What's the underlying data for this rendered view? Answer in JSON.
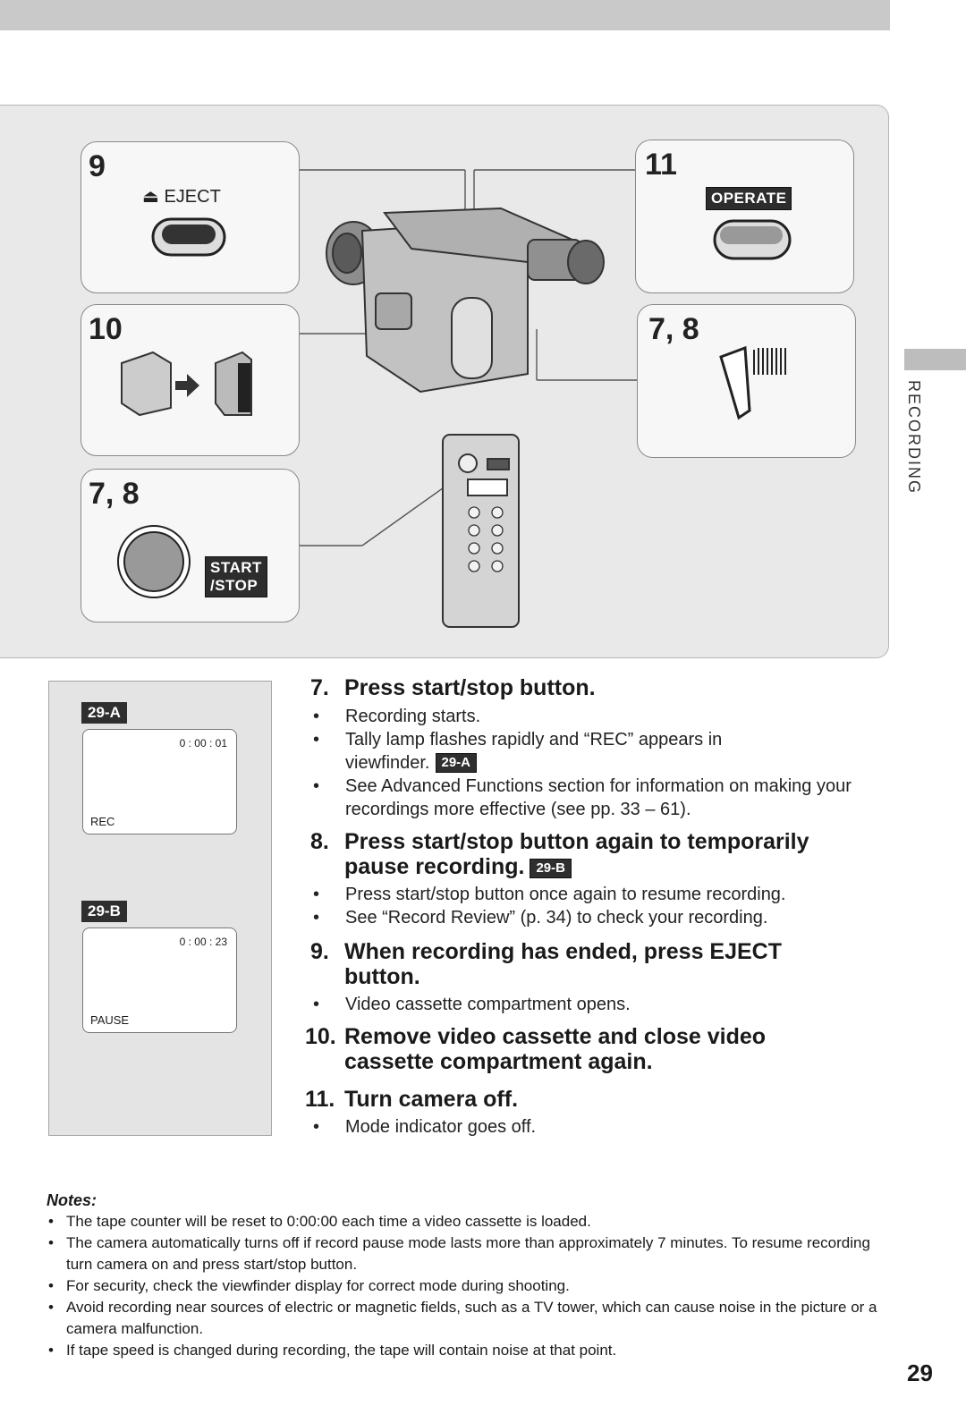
{
  "figure": {
    "eject": {
      "step": "9",
      "label": "EJECT"
    },
    "operate": {
      "step": "11",
      "label": "OPERATE"
    },
    "cassette": {
      "step": "10"
    },
    "tape": {
      "step": "7, 8"
    },
    "startstop": {
      "step": "7, 8",
      "label_line1": "START",
      "label_line2": "/STOP"
    }
  },
  "side_tab": "RECORDING",
  "viewfinder": {
    "a": {
      "tag": "29-A",
      "counter": "0 : 00 : 01",
      "mode": "REC"
    },
    "b": {
      "tag": "29-B",
      "counter": "0 : 00 : 23",
      "mode": "PAUSE"
    }
  },
  "steps": [
    {
      "num": "7.",
      "title": "Press start/stop button.",
      "bullets": [
        "Recording starts.",
        "Tally lamp flashes rapidly and “REC” appears in",
        "viewfinder.",
        "See Advanced Functions section for information on making your recordings more effective (see pp. 33 – 61)."
      ],
      "ref": "29-A"
    },
    {
      "num": "8.",
      "title": "Press start/stop button again to temporarily pause recording.",
      "ref": "29-B",
      "bullets": [
        "Press start/stop button once again to resume recording.",
        "See “Record Review” (p. 34) to check your recording."
      ]
    },
    {
      "num": "9.",
      "title": "When recording has ended, press EJECT button.",
      "bullets": [
        "Video cassette compartment opens."
      ]
    },
    {
      "num": "10.",
      "title": "Remove video cassette and close video cassette compartment again."
    },
    {
      "num": "11.",
      "title": "Turn camera off.",
      "bullets": [
        "Mode indicator goes off."
      ]
    }
  ],
  "notes": {
    "title": "Notes:",
    "items": [
      "The tape counter will be reset to 0:00:00 each time a video cassette is loaded.",
      "The camera automatically turns off if record pause mode lasts more than approximately 7 minutes. To resume recording turn camera on and press start/stop button.",
      "For security, check the viewfinder display for correct mode during shooting.",
      "Avoid recording near sources of electric or magnetic fields, such as a TV tower, which can cause noise in the picture or a camera malfunction.",
      "If tape speed is changed during recording, the tape will contain noise at that point."
    ]
  },
  "page_number": "29"
}
